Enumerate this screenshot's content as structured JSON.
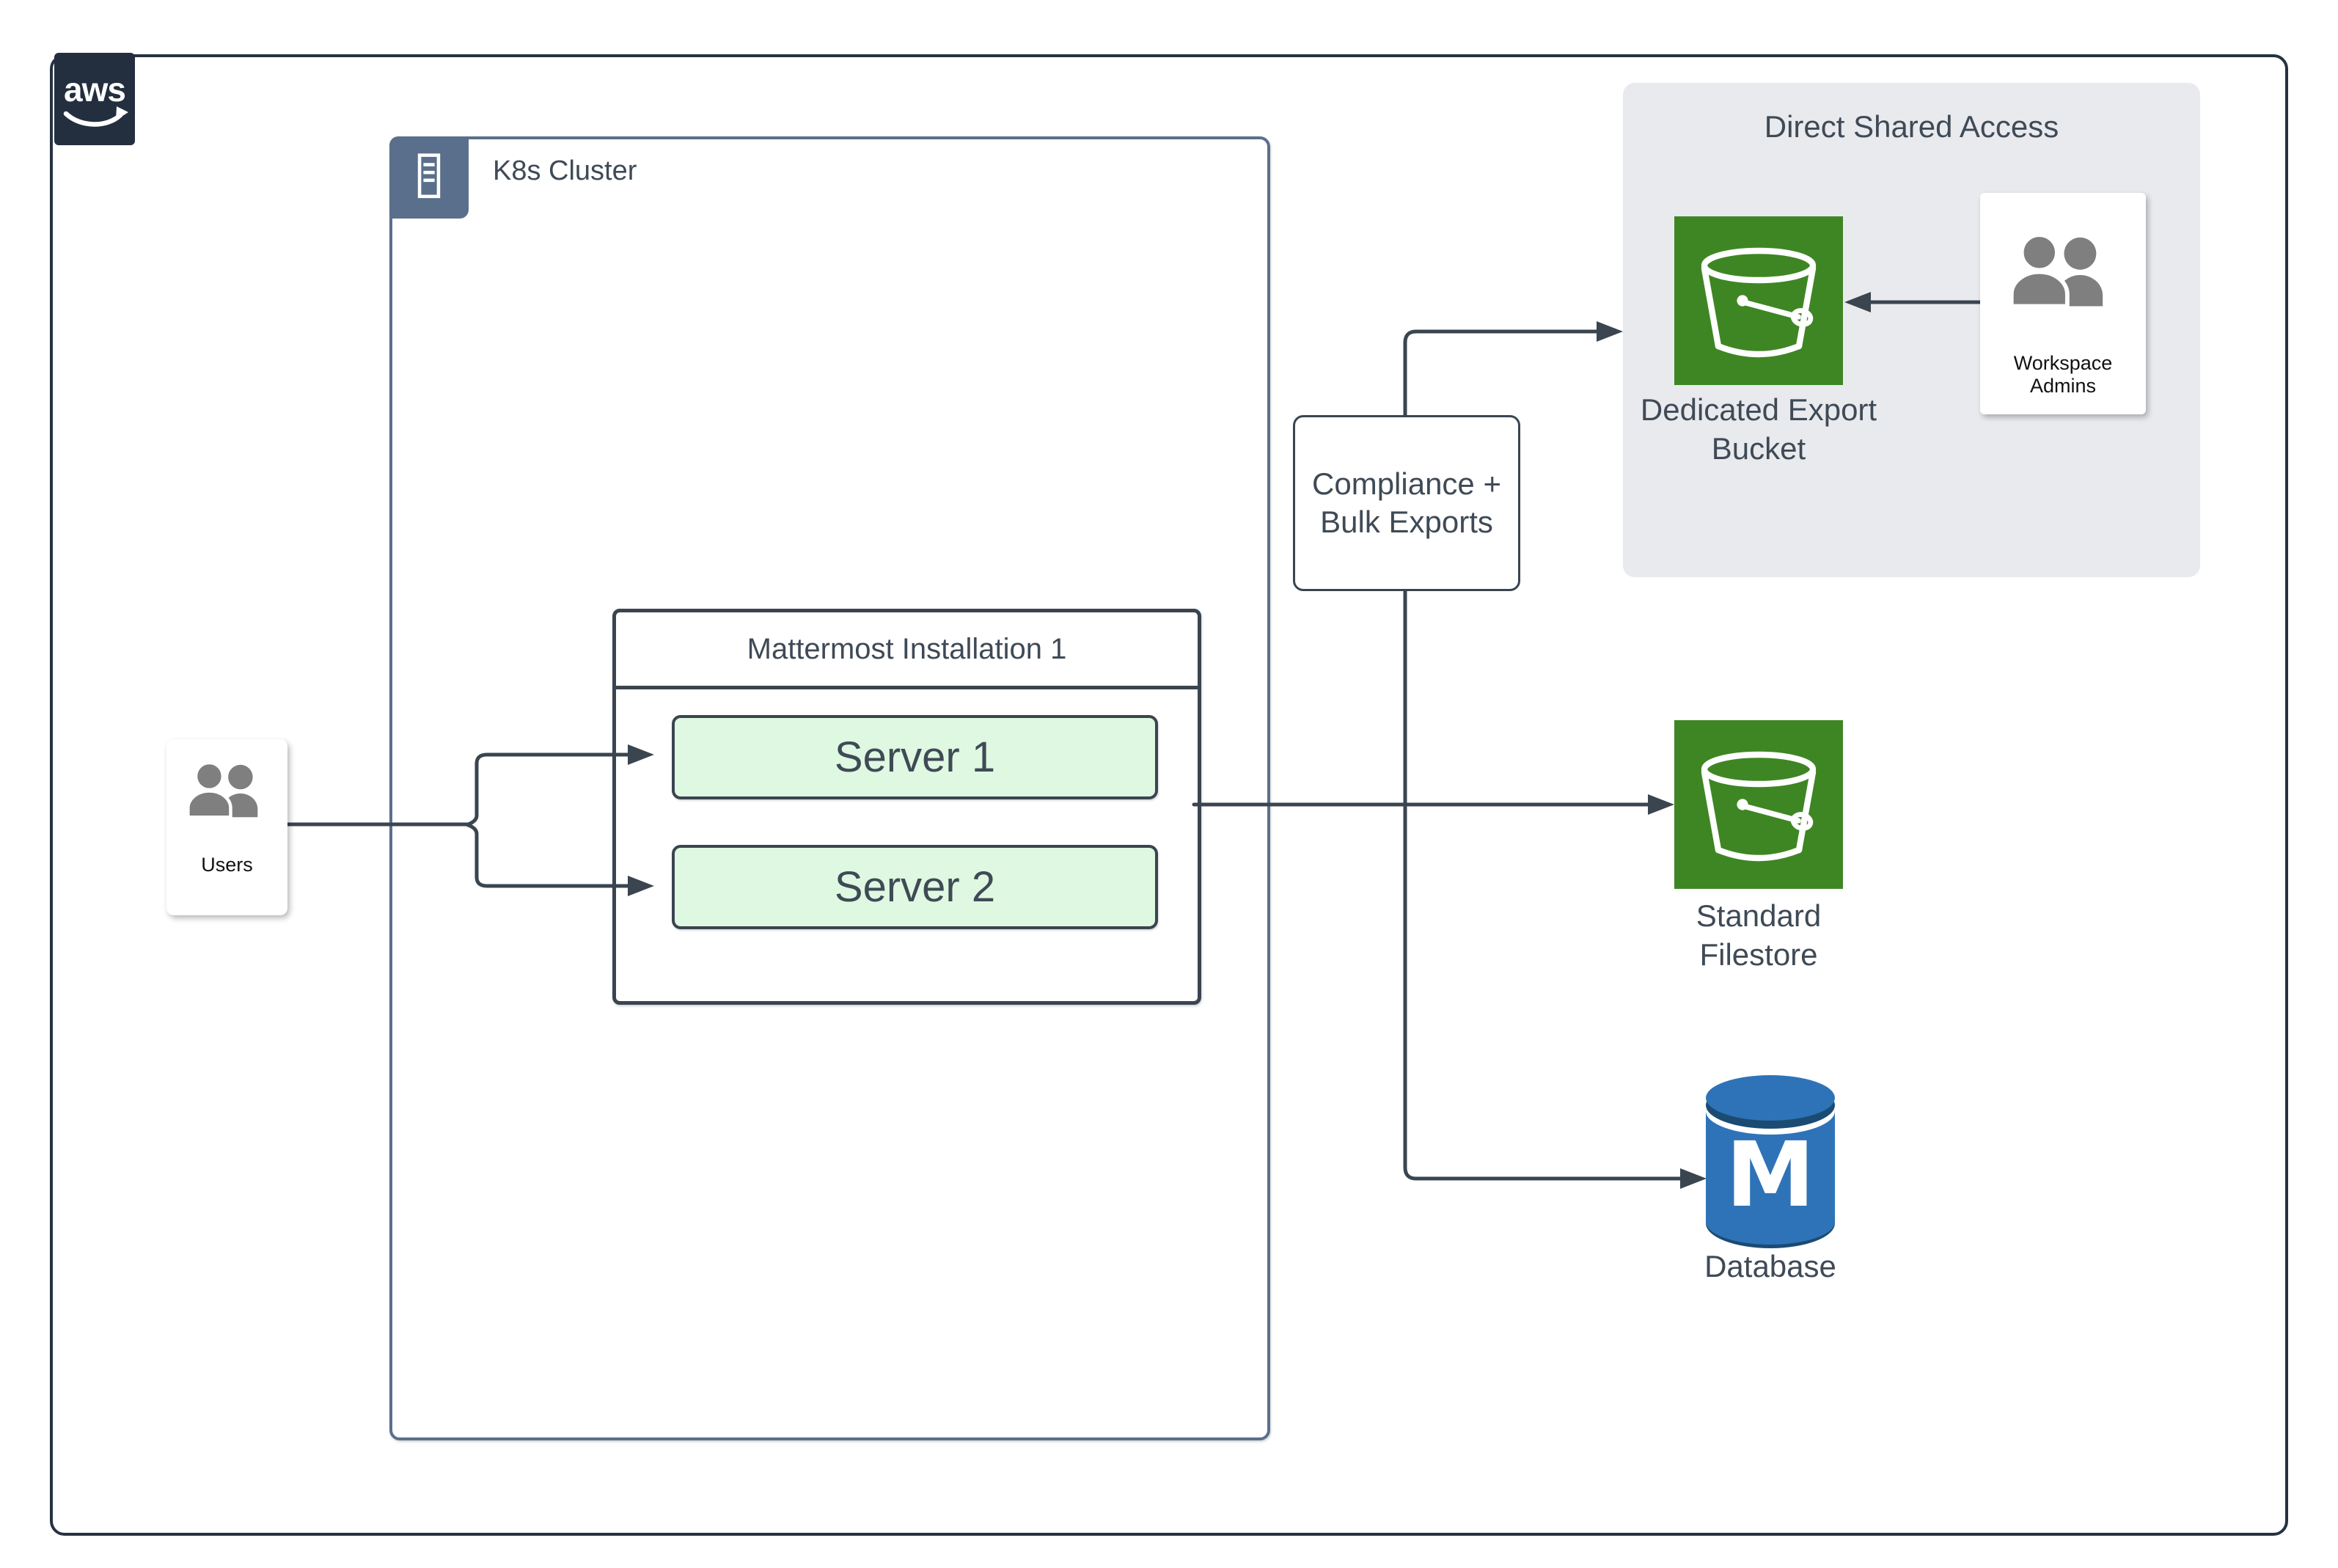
{
  "diagram": {
    "aws_logo_text": "aws",
    "k8s_cluster_label": "K8s Cluster",
    "mattermost_title": "Mattermost Installation 1",
    "server1_label": "Server 1",
    "server2_label": "Server 2",
    "users_label": "Users",
    "compliance_label": "Compliance +\nBulk Exports",
    "direct_shared_access_title": "Direct Shared Access",
    "dedicated_export_bucket_label": "Dedicated Export\nBucket",
    "workspace_admins_label": "Workspace Admins",
    "standard_filestore_label": "Standard\nFilestore",
    "database_label": "Database",
    "database_monogram": "M"
  },
  "colors": {
    "outer_border": "#263241",
    "aws_navy": "#232F3E",
    "connector_slate": "#3A4550",
    "text_slate": "#3F4A56",
    "k8s_border_blue": "#5A6F8C",
    "bucket_green": "#3E8624",
    "server_mint": "#DFF8E1",
    "database_blue": "#2E73B8",
    "database_dark_blue": "#1B4B72",
    "region_gray": "#E9EAEE",
    "person_gray": "#7F7F7F"
  }
}
